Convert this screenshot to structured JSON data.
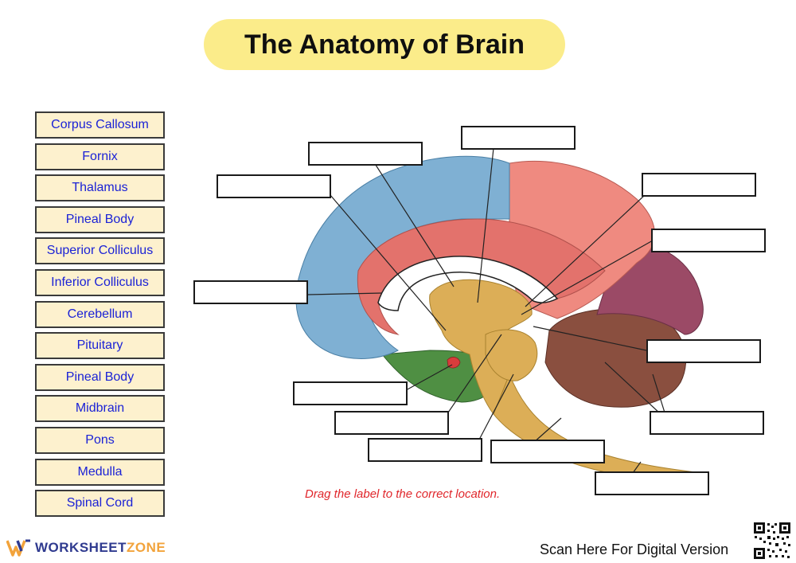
{
  "title": "The Anatomy of Brain",
  "labels": [
    "Corpus Callosum",
    "Fornix",
    "Thalamus",
    "Pineal Body",
    "Superior Colliculus",
    "Inferior Colliculus",
    "Cerebellum",
    "Pituitary",
    "Pineal Body",
    "Midbrain",
    "Pons",
    "Medulla",
    "Spinal Cord"
  ],
  "instruction": "Drag the label to the correct location.",
  "brand": {
    "part1": "WORKSHEET",
    "part2": "ZONE"
  },
  "scan_text": "Scan Here For Digital Version",
  "colors": {
    "title_bg": "#fbec8a",
    "label_bg": "#fdf1ce",
    "label_text": "#1b22d6",
    "instruction": "#e0262b",
    "parietal": "#7fb0d3",
    "frontal_limbic": "#e3726c",
    "occipital_red": "#ef8a80",
    "occipital_purple": "#9b4a66",
    "temporal": "#4f8f43",
    "brainstem": "#dcae57",
    "cerebellum": "#8a4f3f"
  },
  "drop_zone_count": 13
}
